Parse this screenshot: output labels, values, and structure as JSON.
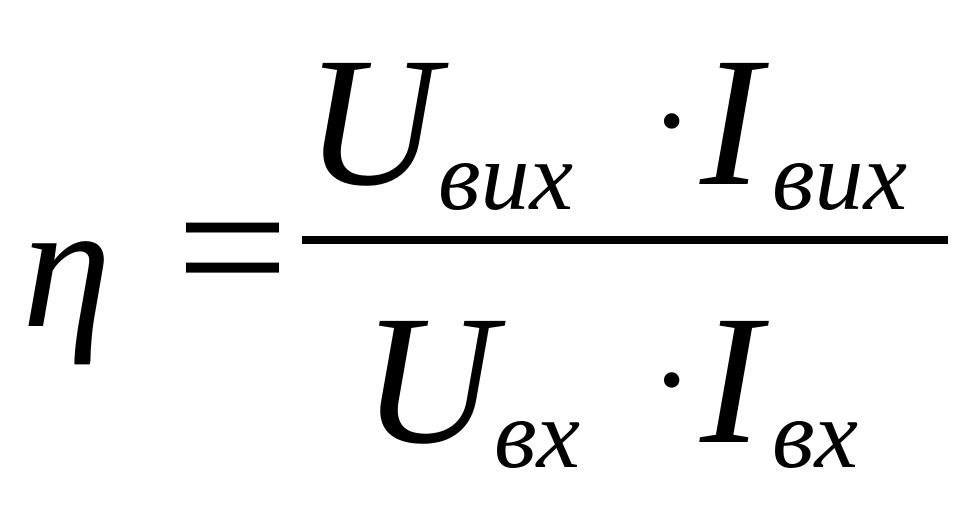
{
  "formula": {
    "lhs": "η",
    "equals": "=",
    "numerator": {
      "u_symbol": "U",
      "u_subscript": "вих",
      "dot": "·",
      "i_symbol": "I",
      "i_subscript": "вих"
    },
    "denominator": {
      "u_symbol": "U",
      "u_subscript": "вх",
      "dot": "·",
      "i_symbol": "I",
      "i_subscript": "вх"
    }
  }
}
